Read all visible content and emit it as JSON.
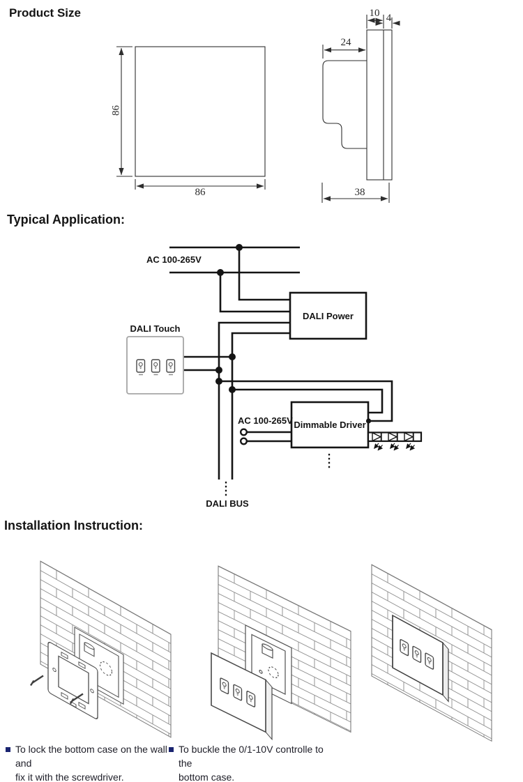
{
  "headings": {
    "product_size": "Product Size",
    "typical_application": "Typical Application:",
    "installation_instruction": "Installation Instruction:"
  },
  "product_size": {
    "front_view": {
      "height_label": "86",
      "width_label": "86"
    },
    "side_view": {
      "body_depth_label": "10",
      "glass_thickness_label": "4",
      "back_box_depth_label": "24",
      "total_depth_label": "38"
    }
  },
  "application": {
    "ac_mains_label": "AC 100-265V",
    "dali_power_label": "DALI Power",
    "dali_touch_label": "DALI Touch",
    "touch_button_icon": "bulb-icon",
    "driver_ac_label": "AC 100-265V",
    "dimmable_driver_label": "Dimmable Driver",
    "dali_bus_label": "DALI BUS",
    "led_symbol": "led-diode-icon"
  },
  "instructions": [
    {
      "text_lines": [
        "To lock the bottom case on the wall and",
        "fix it with the screwdriver."
      ]
    },
    {
      "text_lines": [
        "To buckle the 0/1-10V controlle to the",
        "bottom case."
      ]
    }
  ],
  "colors": {
    "line": "#141414",
    "cad_line": "#2e2e2e",
    "bullet": "#1a2470",
    "panel_border": "#a6a6a6"
  }
}
